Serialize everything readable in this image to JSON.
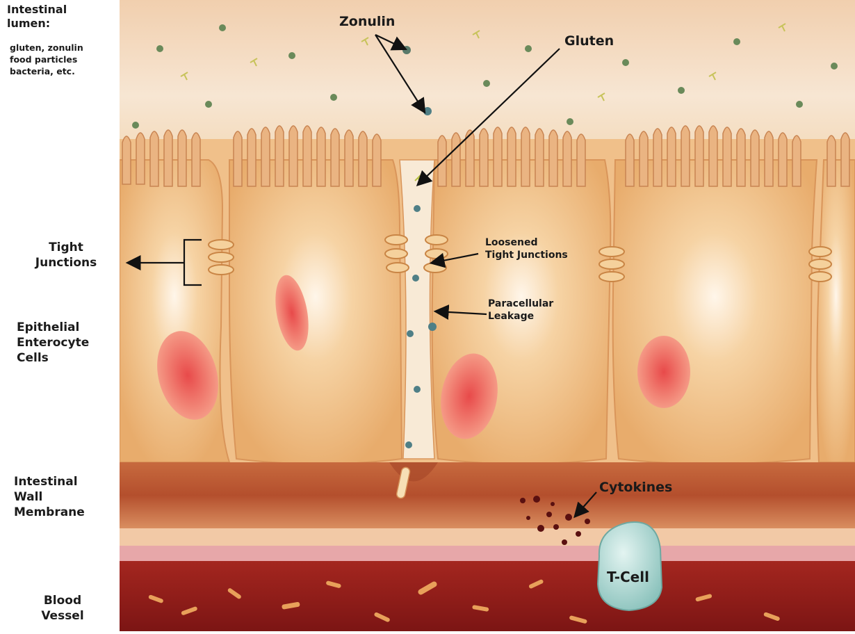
{
  "labels": {
    "lumen_title": "Intestinal\nlumen:",
    "lumen_detail": "gluten, zonulin\nfood particles\nbacteria, etc.",
    "tight_junctions": "Tight\nJunctions",
    "epithelial": "Epithelial\nEnterocyte\nCells",
    "wall_membrane": "Intestinal\nWall\nMembrane",
    "blood_vessel": "Blood\nVessel"
  },
  "callouts": {
    "zonulin": "Zonulin",
    "gluten": "Gluten",
    "loosened": "Loosened\nTight Junctions",
    "paracellular": "Paracellular\nLeakage",
    "cytokines": "Cytokines",
    "tcell": "T-Cell"
  },
  "colors": {
    "cell": "#f2c48d",
    "cell_dark": "#d99a5c",
    "lumen": "#f3dcc3",
    "membrane": "#b8633a",
    "blood": "#8e1d1b",
    "nucleus": "#e0605a",
    "tcell": "#b9ddd8"
  }
}
